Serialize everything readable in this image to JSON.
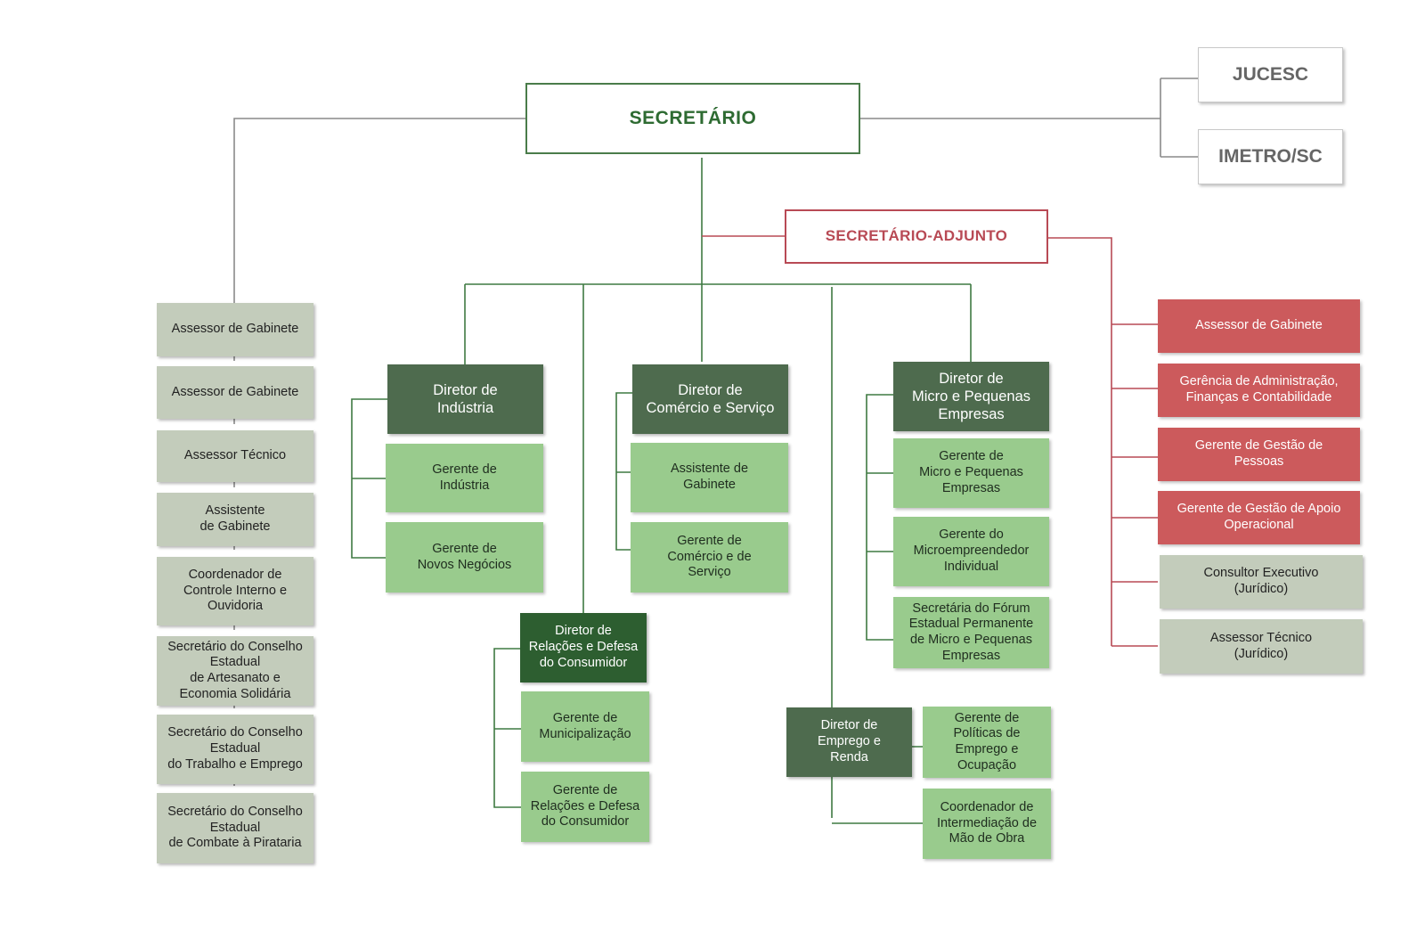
{
  "top": {
    "secretario": "SECRETÁRIO",
    "adjunto": "SECRETÁRIO-ADJUNTO"
  },
  "external": {
    "jucesc": "JUCESC",
    "imetro": "IMETRO/SC"
  },
  "left_column": [
    "Assessor de Gabinete",
    "Assessor de Gabinete",
    "Assessor Técnico",
    "Assistente\nde Gabinete",
    "Coordenador de\nControle Interno e\nOuvidoria",
    "Secretário do Conselho\nEstadual\nde Artesanato e\nEconomia Solidária",
    "Secretário do Conselho\nEstadual\ndo Trabalho e Emprego",
    "Secretário do Conselho\nEstadual\nde Combate à Pirataria"
  ],
  "industria": {
    "director": "Diretor de\nIndústria",
    "managers": [
      "Gerente de\nIndústria",
      "Gerente de\nNovos Negócios"
    ]
  },
  "comercio": {
    "director": "Diretor de\nComércio e Serviço",
    "managers": [
      "Assistente de\nGabinete",
      "Gerente de\nComércio e de\nServiço"
    ]
  },
  "micro": {
    "director": "Diretor de\nMicro e Pequenas\nEmpresas",
    "managers": [
      "Gerente de\nMicro e Pequenas\nEmpresas",
      "Gerente do\nMicroempreendedor\nIndividual",
      "Secretária do Fórum\nEstadual Permanente\nde Micro e Pequenas\nEmpresas"
    ]
  },
  "consumidor": {
    "director": "Diretor de\nRelações e Defesa\ndo Consumidor",
    "managers": [
      "Gerente de\nMunicipalização",
      "Gerente de\nRelações e Defesa\ndo Consumidor"
    ]
  },
  "emprego": {
    "director": "Diretor de\nEmprego e\nRenda",
    "managers": [
      "Gerente de\nPolíticas de\nEmprego e\nOcupação",
      "Coordenador de\nIntermediação de\nMão de Obra"
    ]
  },
  "adjunto_units": [
    "Assessor de Gabinete",
    "Gerência de Administração,\nFinanças e Contabilidade",
    "Gerente de Gestão de\nPessoas",
    "Gerente de Gestão de Apoio\nOperacional",
    "Consultor Executivo\n(Jurídico)",
    "Assessor Técnico\n(Jurídico)"
  ],
  "colors": {
    "main_green": "#2e6b32",
    "director_green": "#4e6b4e",
    "manager_green": "#99cb8d",
    "staff_gray": "#c3ccbb",
    "adjunto_red": "#b84a55",
    "unit_red": "#cc5a5c"
  }
}
